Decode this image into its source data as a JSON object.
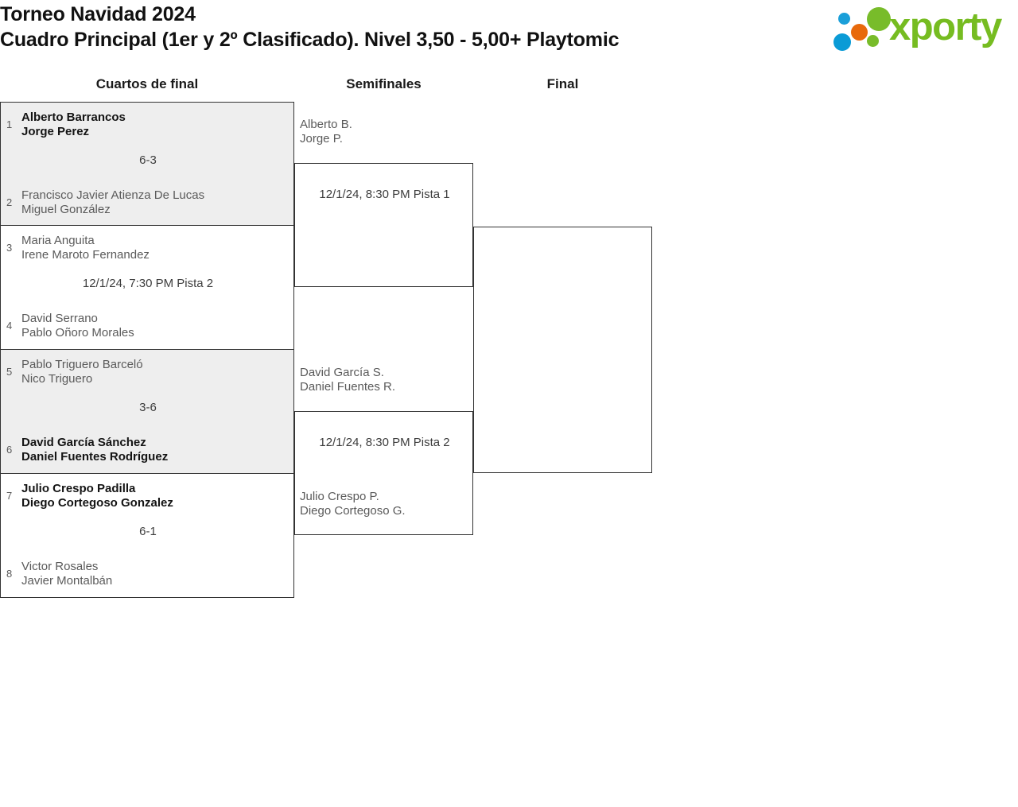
{
  "header": {
    "title_line_1": "Torneo Navidad 2024",
    "title_line_2": "Cuadro Principal (1er y 2º Clasificado). Nivel 3,50 - 5,00+ Playtomic",
    "logo_wordmark": "xporty",
    "brand_colors": {
      "green": "#76bc21",
      "blue": "#0a9bd6",
      "orange": "#e8690b"
    }
  },
  "rounds": {
    "quarterfinals_label": "Cuartos de final",
    "semifinals_label": "Semifinales",
    "final_label": "Final"
  },
  "quarterfinals": [
    {
      "played": true,
      "result": "6-3",
      "top": {
        "seed": "1",
        "player_1": "Alberto Barrancos",
        "player_2": "Jorge Perez",
        "winner": true
      },
      "bottom": {
        "seed": "2",
        "player_1": "Francisco Javier Atienza De Lucas",
        "player_2": "Miguel González",
        "winner": false
      }
    },
    {
      "played": false,
      "result": "12/1/24, 7:30 PM Pista 2",
      "top": {
        "seed": "3",
        "player_1": "Maria Anguita",
        "player_2": "Irene Maroto Fernandez",
        "winner": false
      },
      "bottom": {
        "seed": "4",
        "player_1": "David Serrano",
        "player_2": "Pablo Oñoro Morales",
        "winner": false
      }
    },
    {
      "played": true,
      "result": "3-6",
      "top": {
        "seed": "5",
        "player_1": "Pablo Triguero Barceló",
        "player_2": "Nico Triguero",
        "winner": false
      },
      "bottom": {
        "seed": "6",
        "player_1": "David García Sánchez",
        "player_2": "Daniel Fuentes Rodríguez",
        "winner": true
      }
    },
    {
      "played": false,
      "result": "6-1",
      "top": {
        "seed": "7",
        "player_1": "Julio Crespo Padilla",
        "player_2": "Diego Cortegoso Gonzalez",
        "winner": true
      },
      "bottom": {
        "seed": "8",
        "player_1": "Victor Rosales",
        "player_2": "Javier Montalbán",
        "winner": false
      }
    }
  ],
  "semifinals": [
    {
      "schedule": "12/1/24, 8:30 PM Pista 1",
      "top": {
        "player_1": "Alberto B.",
        "player_2": "Jorge P."
      },
      "bottom": {
        "player_1": "",
        "player_2": ""
      }
    },
    {
      "schedule": "12/1/24, 8:30 PM Pista 2",
      "top": {
        "player_1": "David García S.",
        "player_2": "Daniel Fuentes R."
      },
      "bottom": {
        "player_1": "Julio Crespo P.",
        "player_2": "Diego Cortegoso G."
      }
    }
  ],
  "final": {
    "schedule": "",
    "top": {
      "player_1": "",
      "player_2": ""
    },
    "bottom": {
      "player_1": "",
      "player_2": ""
    }
  }
}
